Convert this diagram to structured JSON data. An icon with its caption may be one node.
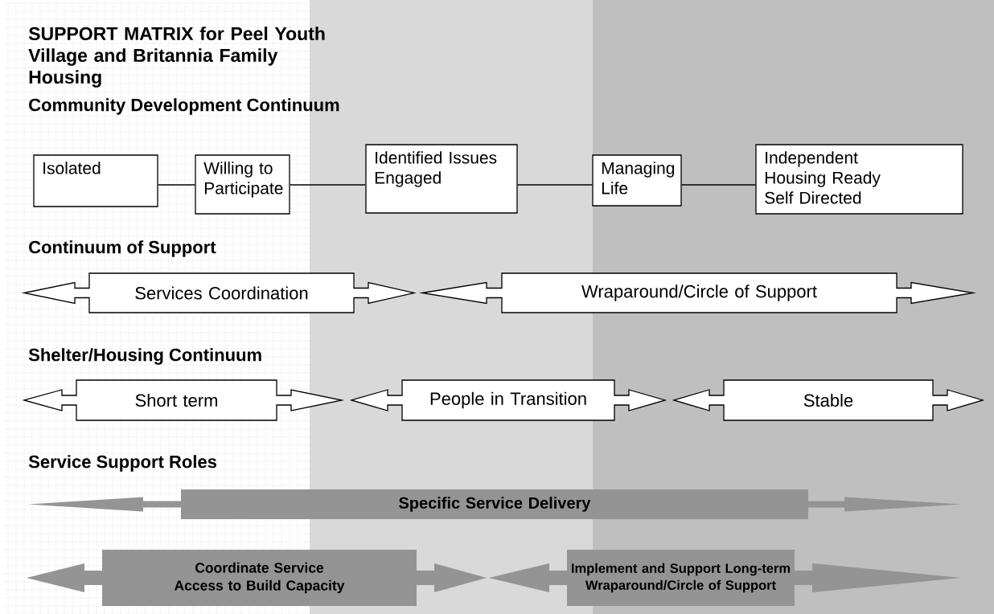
{
  "diagram": {
    "title": "SUPPORT MATRIX for Peel Youth Village and Britannia Family Housing",
    "nodes": [
      {
        "text": [
          "Isolated"
        ]
      },
      {
        "text": [
          "Willing to Participate"
        ]
      },
      {
        "text": [
          "Identified Issues Engaged"
        ]
      },
      {
        "text": [
          "Managing Life"
        ]
      },
      {
        "text": [
          "Independent Housing Ready Self Directed"
        ]
      },
      {
        "text": [
          "Services Coordination"
        ]
      },
      {
        "text": [
          "Wraparound/Circle of Support"
        ]
      },
      {
        "text": [
          "Short term"
        ]
      },
      {
        "text": [
          "People in Transition"
        ]
      },
      {
        "text": [
          "Stable"
        ]
      },
      {
        "text": [
          "Specific Service Delivery"
        ]
      },
      {
        "text": [
          "Coordinate Service Access to Build Capacity"
        ]
      },
      {
        "text": [
          "Implement and Support Long-term Wraparound/Circle of Support"
        ]
      }
    ],
    "edges": [
      {
        "from": 0,
        "to": 1,
        "arrow": "none"
      },
      {
        "from": 1,
        "to": 2,
        "arrow": "none"
      },
      {
        "from": 2,
        "to": 3,
        "arrow": "none"
      },
      {
        "from": 3,
        "to": 4,
        "arrow": "none"
      }
    ],
    "labels": [
      "Community Development Continuum",
      "Continuum of Support",
      "Shelter/Housing Continuum",
      "Service Support Roles"
    ]
  }
}
